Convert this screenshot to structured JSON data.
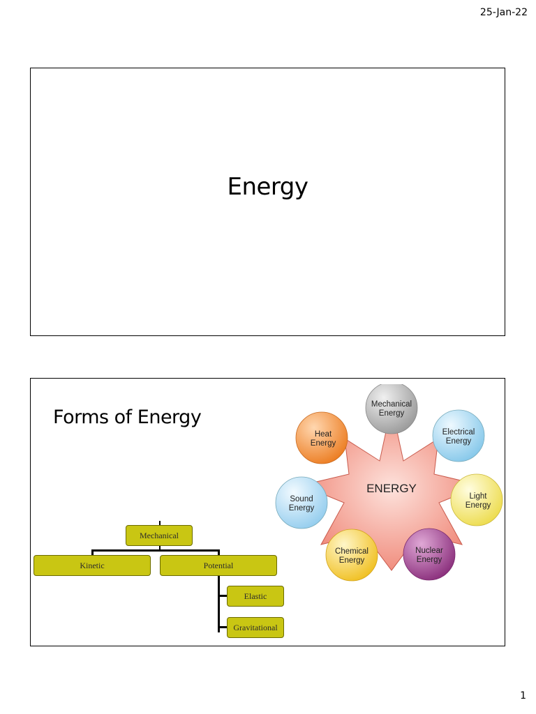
{
  "header": {
    "date": "25-Jan-22"
  },
  "footer": {
    "page_number": "1"
  },
  "slide1": {
    "title": "Energy"
  },
  "slide2": {
    "title": "Forms of Energy",
    "tree": {
      "root": "Mechanical",
      "kinetic": "Kinetic",
      "potential": "Potential",
      "elastic": "Elastic",
      "gravitational": "Gravitational"
    },
    "diagram": {
      "center_label": "ENERGY",
      "mechanical": [
        "Mechanical",
        "Energy"
      ],
      "electrical": [
        "Electrical",
        "Energy"
      ],
      "light": [
        "Light",
        "Energy"
      ],
      "nuclear": [
        "Nuclear",
        "Energy"
      ],
      "chemical": [
        "Chemical",
        "Energy"
      ],
      "sound": [
        "Sound",
        "Energy"
      ],
      "heat": [
        "Heat",
        "Energy"
      ]
    },
    "colors": {
      "tree_box": "#c9c613",
      "star": "#f4978a",
      "mechanical": "#bdbdbd",
      "electrical": "#aedcf2",
      "light": "#f6ee8c",
      "nuclear": "#a44a94",
      "chemical": "#f6d44a",
      "sound": "#b9e0f6",
      "heat": "#f59a4c"
    }
  }
}
